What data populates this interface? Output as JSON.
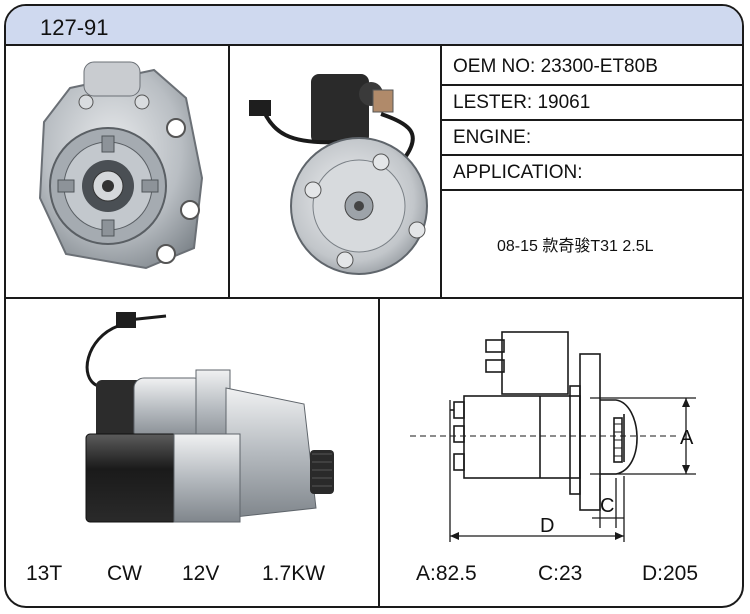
{
  "header": {
    "code": "127-91"
  },
  "info": {
    "oem": "OEM NO: 23300-ET80B",
    "lester": "LESTER: 19061",
    "engine": "ENGINE:",
    "application": "APPLICATION:",
    "application_value": "08-15 款奇骏T31 2.5L"
  },
  "specs": {
    "teeth": "13T",
    "rotation": "CW",
    "voltage": "12V",
    "power": "1.7KW"
  },
  "dimensions": {
    "label_a": "A",
    "label_c": "C",
    "label_d": "D",
    "a_value": "A:82.5",
    "c_value": "C:23",
    "d_value": "D:205"
  }
}
